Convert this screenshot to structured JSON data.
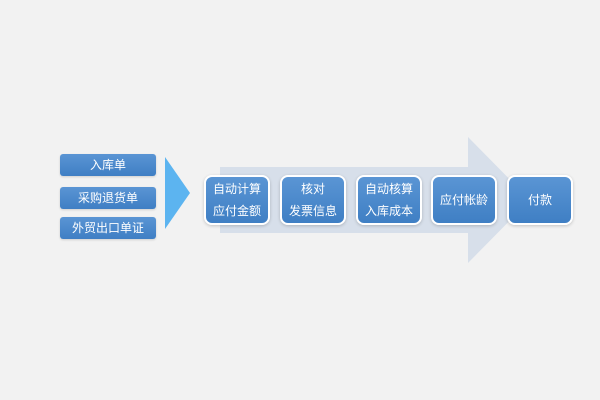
{
  "sources": [
    "入库单",
    "采购退货单",
    "外贸出口单证"
  ],
  "steps": [
    [
      "自动计算",
      "应付金额"
    ],
    [
      "核对",
      "发票信息"
    ],
    [
      "自动核算",
      "入库成本"
    ],
    [
      "应付帐龄"
    ],
    [
      "付款"
    ]
  ],
  "colors": {
    "background": "#f2f2f2",
    "box": "#4a88cb",
    "source_arrow": "#5cb4f0",
    "big_arrow": "#d7dfea"
  }
}
